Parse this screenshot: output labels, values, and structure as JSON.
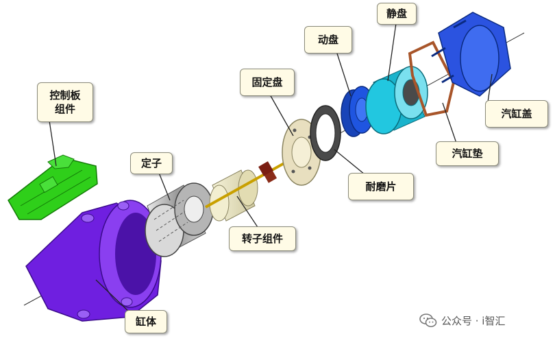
{
  "diagram": {
    "callouts": {
      "control_board": "控制板\n组件",
      "stator": "定子",
      "fixed_plate": "固定盘",
      "orbiting_scroll": "动盘",
      "fixed_scroll": "静盘",
      "cylinder_cover": "汽缸盖",
      "cylinder_gasket": "汽缸垫",
      "wear_plate": "耐磨片",
      "rotor_assembly": "转子组件",
      "cylinder_body": "缸体"
    },
    "colors": {
      "control_board": "#2fcf1a",
      "cylinder_body": "#6f1fe0",
      "orbiting_scroll": "#1f55e0",
      "fixed_scroll": "#22c7e0",
      "cylinder_cover": "#2b53e0",
      "gasket": "#a8552a",
      "callout_fill": "#fffbe6"
    }
  },
  "watermark": {
    "icon": "wechat-icon",
    "text": "公众号 · i智汇"
  }
}
